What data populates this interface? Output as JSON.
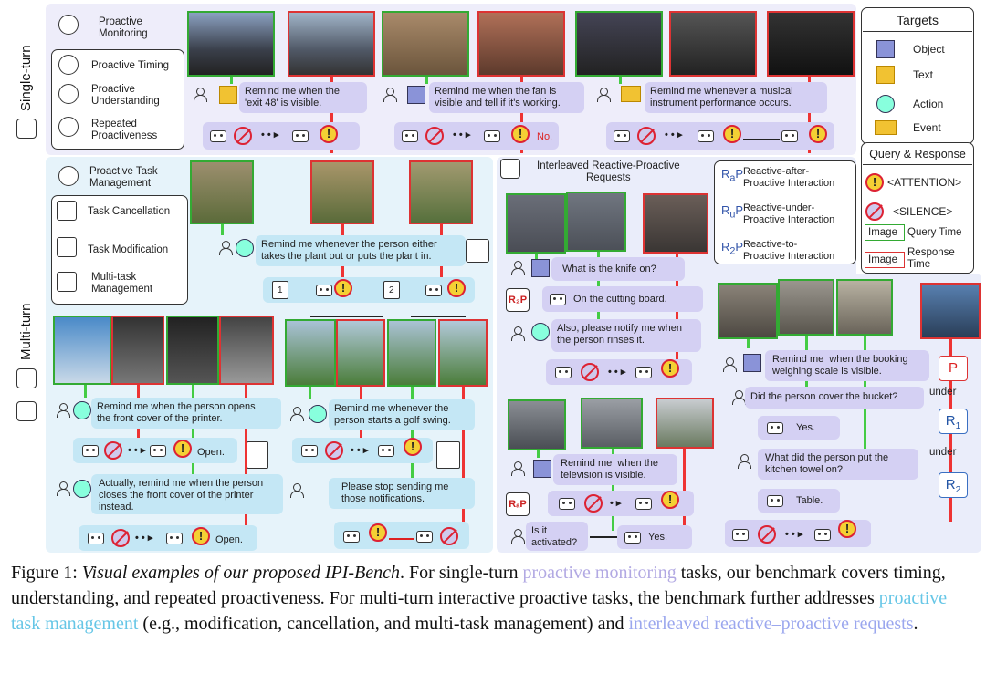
{
  "labels": {
    "single_turn": "Single-turn",
    "multi_turn": "Multi-turn"
  },
  "monitor": {
    "title": "Proactive\nMonitoring",
    "items": [
      "Proactive Timing",
      "Proactive\nUnderstanding",
      "Repeated\nProactiveness"
    ]
  },
  "task": {
    "title": "Proactive Task\nManagement",
    "items": [
      "Task Cancellation",
      "Task Modification",
      "Multi-task\nManagement"
    ]
  },
  "interleaved": {
    "title": "Interleaved Reactive-Proactive\nRequests",
    "types": [
      "Reactive-after-\nProactive Interaction",
      "Reactive-under-\nProactive Interaction",
      "Reactive-to-\nProactive Interaction"
    ]
  },
  "targets": {
    "title": "Targets",
    "items": [
      "Object",
      "Text",
      "Action",
      "Event"
    ]
  },
  "qr": {
    "title": "Query & Response",
    "attention": "<ATTENTION>",
    "silence": "<SILENCE>",
    "image": "Image",
    "query_time": "Query Time",
    "response_time": "Response\nTime"
  },
  "st": {
    "q1": "Remind me when the\n'exit 48' is visible.",
    "q2": "Remind me when the fan is\nvisible and tell if it's working.",
    "r2": "No.",
    "q3": "Remind me whenever a musical\ninstrument performance occurs."
  },
  "mt": {
    "plant": "Remind me whenever the person either\ntakes the plant out or puts the plant in.",
    "printer1": "Remind me when the person opens\nthe front cover of the printer.",
    "open1": "Open.",
    "printer2": "Actually, remind me when the person\ncloses the front cover of the printer\ninstead.",
    "open2": "Open.",
    "golf": "Remind me whenever the\nperson starts a golf swing.",
    "stop": "Please stop sending me\nthose notifications.",
    "knife_q": "What is the knife on?",
    "knife_a": "On the cutting board.",
    "rinse": "Also, please notify me when\nthe person rinses it.",
    "tv": "Remind me  when the\ntelevision is visible.",
    "activated": "Is it\nactivated?",
    "yes1": "Yes.",
    "scale": "Remind me  when the booking\nweighing scale is visible.",
    "bucket": "Did the person cover the bucket?",
    "yes2": "Yes.",
    "towel": "What did the person put the\nkitchen towel on?",
    "table": "Table.",
    "under1": "under",
    "under2": "under",
    "p": "P",
    "r1": "R",
    "r1s": "1",
    "r2": "R",
    "r2s": "2",
    "n1": "1",
    "n2": "2"
  },
  "caption": {
    "prefix": "Figure 1: ",
    "title": "Visual examples of our proposed IPI-Bench",
    "s1": ". For single-turn ",
    "h1": "proactive monitoring",
    "s2": " tasks, our benchmark covers timing, understanding, and repeated proactiveness. For multi-turn interactive proactive tasks, the benchmark further addresses ",
    "h2": "proactive task management",
    "s3": " (e.g., modification, cancellation, and multi-task management) and ",
    "h3": "interleaved reactive–proactive requests",
    "s4": "."
  }
}
